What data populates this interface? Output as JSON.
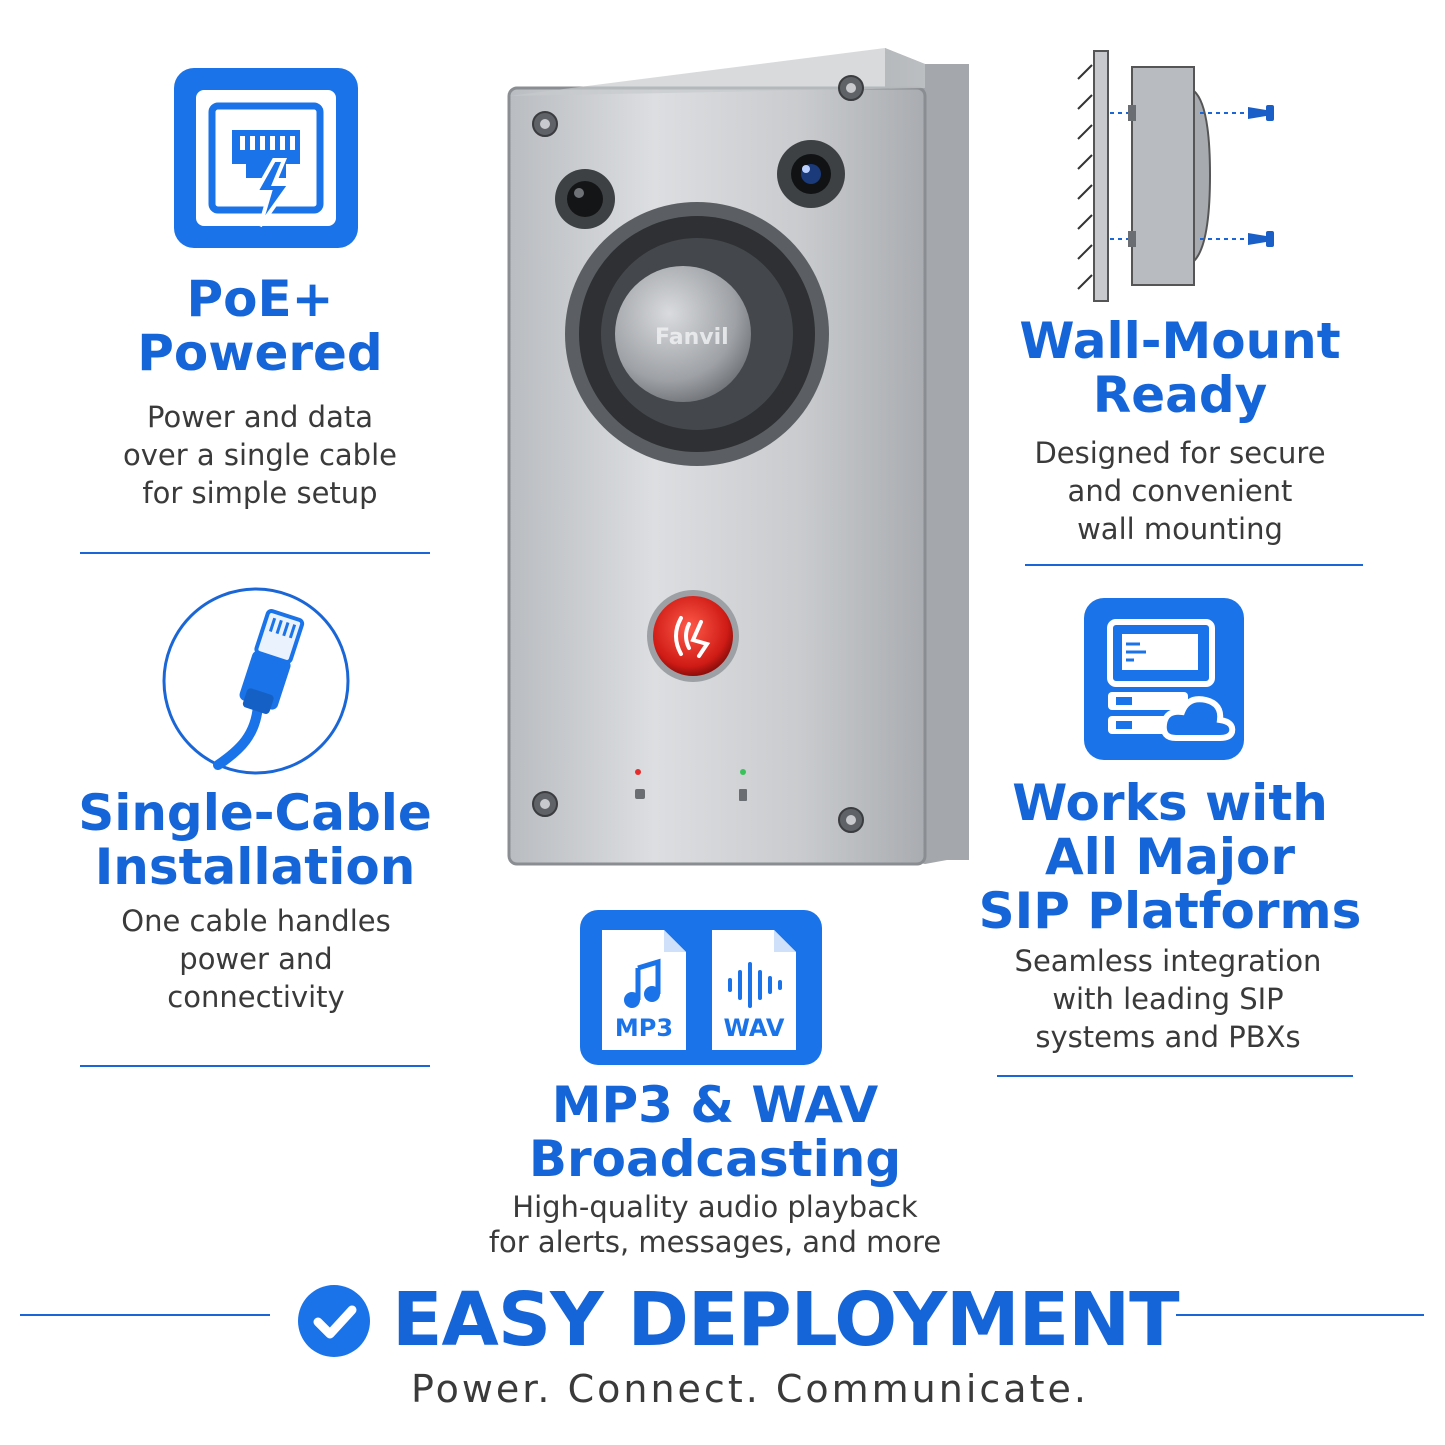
{
  "features": {
    "poe": {
      "title_lines": [
        "PoE+",
        "Powered"
      ],
      "desc_lines": [
        "Power and data",
        "over a single cable",
        "for simple setup"
      ]
    },
    "wall": {
      "title_lines": [
        "Wall-Mount",
        "Ready"
      ],
      "desc_lines": [
        "Designed for secure",
        "and convenient",
        "wall mounting"
      ]
    },
    "cable": {
      "title_lines": [
        "Single-Cable",
        "Installation"
      ],
      "desc_lines": [
        "One cable handles",
        "power and",
        "connectivity"
      ]
    },
    "sip": {
      "title_lines": [
        "Works with",
        "All Major",
        "SIP Platforms"
      ],
      "desc_lines": [
        "Seamless integration",
        "with leading SIP",
        "systems and PBXs"
      ]
    },
    "audio": {
      "title_lines": [
        "MP3 & WAV",
        "Broadcasting"
      ],
      "desc_lines": [
        "High-quality audio playback",
        "for alerts, messages, and more"
      ],
      "file_labels": [
        "MP3",
        "WAV"
      ]
    }
  },
  "device": {
    "brand": "Fanvil"
  },
  "footer": {
    "headline": "EASY DEPLOYMENT",
    "tagline": "Power. Connect. Communicate."
  },
  "colors": {
    "accent": "#1a73e8",
    "title": "#1565d8",
    "text": "#3a3a3a",
    "button": "#d42020"
  },
  "icons": [
    "ethernet-port-icon",
    "ethernet-cable-icon",
    "wall-mount-icon",
    "server-cloud-icon",
    "music-file-icon",
    "audio-wave-file-icon",
    "check-circle-icon"
  ]
}
